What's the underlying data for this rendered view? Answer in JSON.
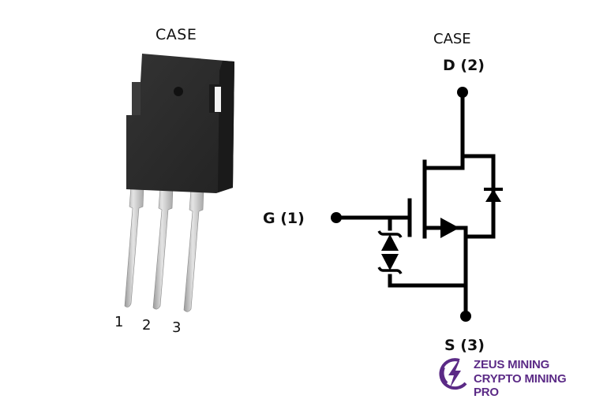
{
  "package_view": {
    "case_label": "CASE",
    "pin_labels": [
      "1",
      "2",
      "3"
    ],
    "body_color": "#2a2a2a",
    "lead_color": "#c9c9c9"
  },
  "schematic": {
    "case_label": "CASE",
    "drain_label": "D (2)",
    "gate_label": "G (1)",
    "source_label": "S (3)",
    "line_color": "#000000",
    "components": [
      "n-channel-mosfet",
      "body-diode",
      "gate-source-zener-pair"
    ]
  },
  "watermark": {
    "icon": "lightning-bolt-icon",
    "line1": "ZEUS MINING",
    "line2": "CRYPTO MINING PRO",
    "color": "#5b2a86"
  }
}
